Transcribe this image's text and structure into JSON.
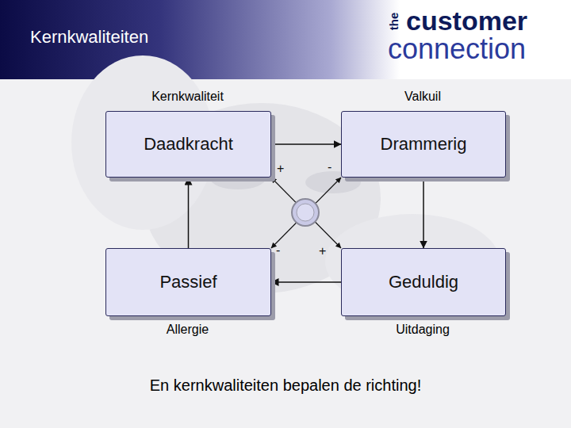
{
  "diagram": {
    "title": "Kernkwaliteiten",
    "caption": "En kernkwaliteiten bepalen de richting!",
    "nodes": [
      {
        "text": [
          "Kernkwaliteit",
          "Daadkracht"
        ]
      },
      {
        "text": [
          "Valkuil",
          "Drammerig"
        ]
      },
      {
        "text": [
          "Passief",
          "Allergie"
        ]
      },
      {
        "text": [
          "Geduldig",
          "Uitdaging"
        ]
      }
    ],
    "edges": [
      {
        "from": 0,
        "to": 1,
        "arrow": "to"
      },
      {
        "from": 1,
        "to": 3,
        "arrow": "to"
      },
      {
        "from": 3,
        "to": 2,
        "arrow": "to"
      },
      {
        "from": 2,
        "to": 0,
        "arrow": "to"
      },
      {
        "from": 0,
        "to": 3,
        "arrow": "both"
      },
      {
        "from": 1,
        "to": 2,
        "arrow": "both"
      }
    ],
    "labels": [
      "the",
      "customer",
      "connection",
      "+",
      "-",
      "-",
      "+"
    ]
  }
}
